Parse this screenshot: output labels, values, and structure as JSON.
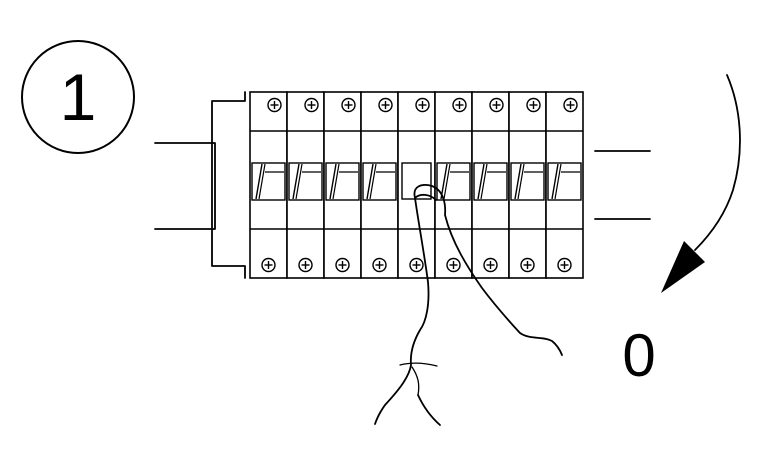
{
  "step": {
    "number": "1"
  },
  "action": {
    "state_label": "0",
    "arrow_direction": "clockwise"
  },
  "panel": {
    "breaker_count": 9,
    "switched_breaker": 5
  },
  "colors": {
    "line": "#000000",
    "background": "#ffffff"
  }
}
